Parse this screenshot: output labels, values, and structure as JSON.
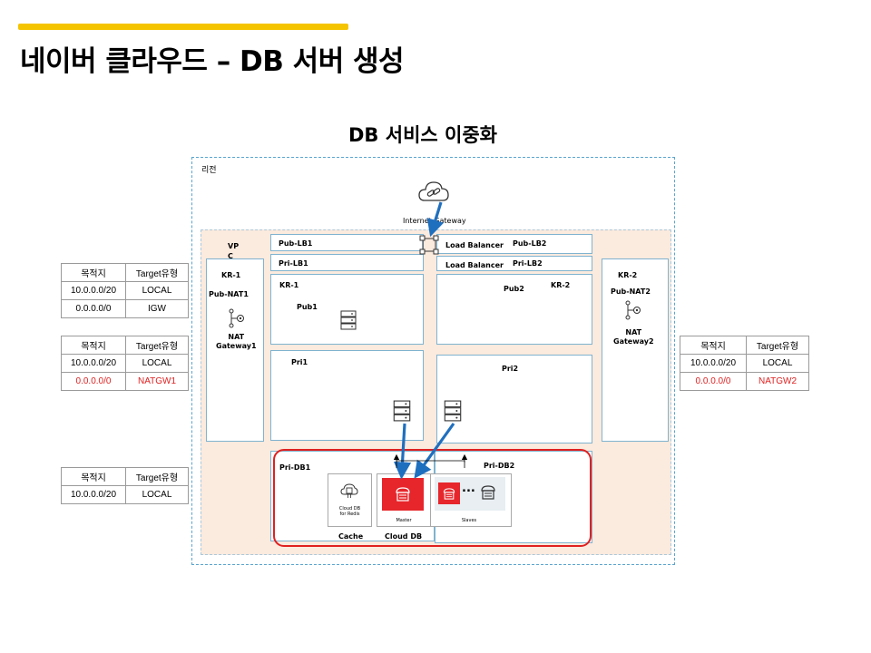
{
  "header": {
    "title": "네이버 클라우드 – DB 서버 생성"
  },
  "diagram": {
    "title": "DB 서비스 이중화",
    "region_label": "리전",
    "igw_label": "Internet Gateway",
    "vpc_label": "VP\nC",
    "lb_pub1": "Pub-LB1",
    "lb_pri1": "Pri-LB1",
    "lb_pub2": "Pub-LB2",
    "lb_pri2": "Pri-LB2",
    "lb_label_1": "Load Balancer",
    "lb_label_2": "Load Balancer",
    "kr1_left": "KR-1",
    "kr1_main": "KR-1",
    "kr2_main": "KR-2",
    "kr2_right": "KR-2",
    "pub_nat1": "Pub-NAT1",
    "pub_nat2": "Pub-NAT2",
    "nat_gw1": "NAT\nGateway1",
    "nat_gw2": "NAT\nGateway2",
    "pub1": "Pub1",
    "pub2": "Pub2",
    "pri1": "Pri1",
    "pri2": "Pri2",
    "pri_db1": "Pri-DB1",
    "pri_db2": "Pri-DB2",
    "redis_label": "Cloud DB\nfor Redis",
    "master_label": "Master",
    "slaves_label": "Slaves",
    "cache_label": "Cache",
    "clouddb_label": "Cloud DB",
    "ellipsis": "..."
  },
  "tables": {
    "header": [
      "목적지",
      "Target유형"
    ],
    "left_1": [
      [
        "10.0.0.0/20",
        "LOCAL"
      ],
      [
        "0.0.0.0/0",
        "IGW"
      ]
    ],
    "left_2": [
      [
        "10.0.0.0/20",
        "LOCAL"
      ],
      [
        "0.0.0.0/0",
        "NATGW1"
      ]
    ],
    "left_3": [
      [
        "10.0.0.0/20",
        "LOCAL"
      ]
    ],
    "right_1": [
      [
        "10.0.0.0/20",
        "LOCAL"
      ],
      [
        "0.0.0.0/0",
        "NATGW2"
      ]
    ]
  },
  "colors": {
    "accent": "#f5c400",
    "arrow": "#1f6fbf",
    "highlight": "#e02020",
    "region_border": "#5aa6cf",
    "vpc_fill": "#fbeade"
  },
  "icons": [
    "cloud-link-icon",
    "server-icon",
    "nat-gateway-icon",
    "database-icon",
    "chip-icon"
  ]
}
